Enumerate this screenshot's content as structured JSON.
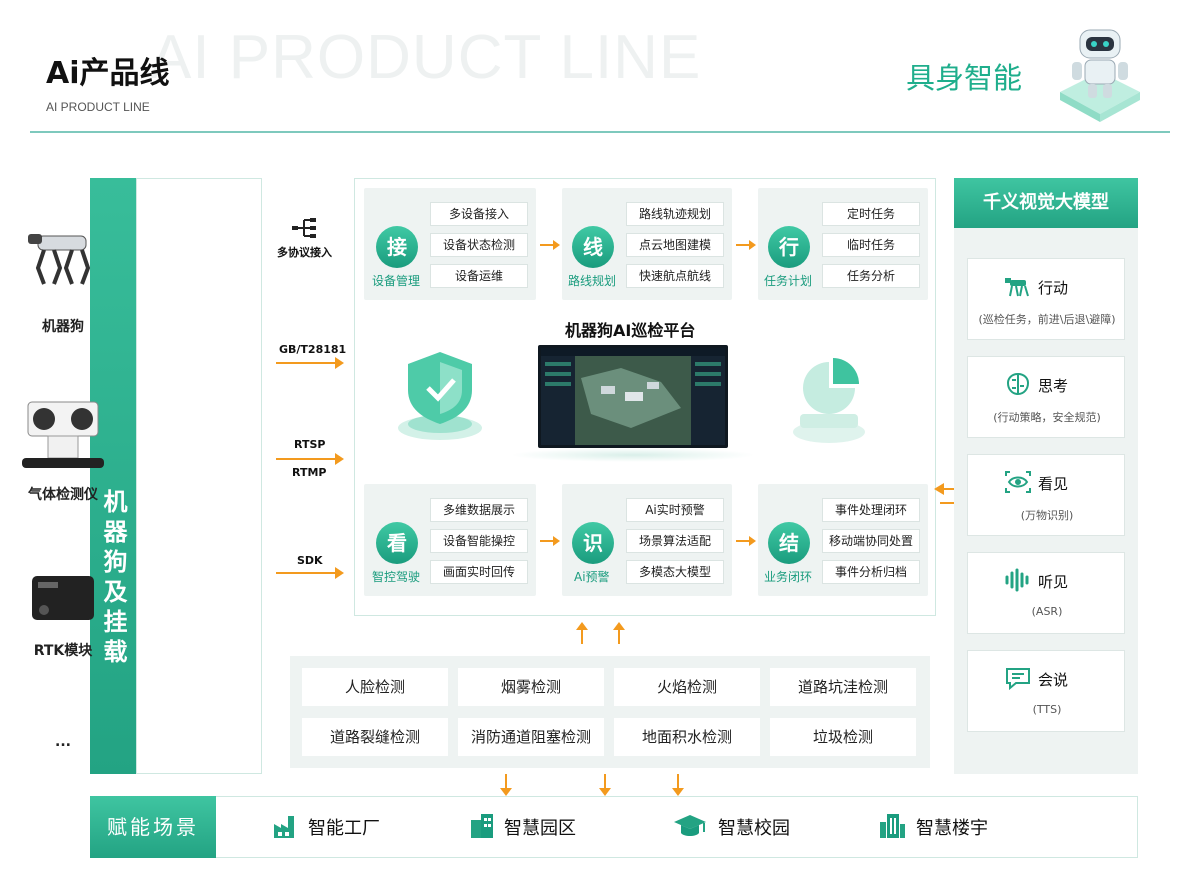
{
  "header": {
    "watermark": "AI PRODUCT LINE",
    "title": "Ai产品线",
    "subtitle": "AI PRODUCT LINE",
    "right_title": "具身智能"
  },
  "left": {
    "bar_label": "机器狗及挂载",
    "devices": [
      "机器狗",
      "气体检测仪",
      "RTK模块",
      "..."
    ]
  },
  "protocols": [
    "多协议接入",
    "GB/T28181",
    "RTSP",
    "RTMP",
    "SDK"
  ],
  "platform": {
    "title": "机器狗AI巡检平台",
    "top_groups": [
      {
        "char": "接",
        "label": "设备管理",
        "items": [
          "多设备接入",
          "设备状态检测",
          "设备运维"
        ]
      },
      {
        "char": "线",
        "label": "路线规划",
        "items": [
          "路线轨迹规划",
          "点云地图建模",
          "快速航点航线"
        ]
      },
      {
        "char": "行",
        "label": "任务计划",
        "items": [
          "定时任务",
          "临时任务",
          "任务分析"
        ]
      }
    ],
    "bottom_groups": [
      {
        "char": "看",
        "label": "智控驾驶",
        "items": [
          "多维数据展示",
          "设备智能操控",
          "画面实时回传"
        ]
      },
      {
        "char": "识",
        "label": "Ai预警",
        "items": [
          "Ai实时预警",
          "场景算法适配",
          "多模态大模型"
        ]
      },
      {
        "char": "结",
        "label": "业务闭环",
        "items": [
          "事件处理闭环",
          "移动端协同处置",
          "事件分析归档"
        ]
      }
    ]
  },
  "detections": [
    "人脸检测",
    "烟雾检测",
    "火焰检测",
    "道路坑洼检测",
    "道路裂缝检测",
    "消防通道阻塞检测",
    "地面积水检测",
    "垃圾检测"
  ],
  "model": {
    "title": "千义视觉大模型",
    "capabilities": [
      {
        "name": "行动",
        "desc": "(巡检任务，前进\\后退\\避障)",
        "icon": "robot-dog-icon"
      },
      {
        "name": "思考",
        "desc": "(行动策略，安全规范)",
        "icon": "brain-icon"
      },
      {
        "name": "看见",
        "desc": "(万物识别)",
        "icon": "eye-icon"
      },
      {
        "name": "听见",
        "desc": "(ASR)",
        "icon": "sound-wave-icon"
      },
      {
        "name": "会说",
        "desc": "(TTS)",
        "icon": "speech-bubble-icon"
      }
    ]
  },
  "scenes": {
    "label": "赋能场景",
    "items": [
      "智能工厂",
      "智慧园区",
      "智慧校园",
      "智慧楼宇"
    ]
  },
  "colors": {
    "accent": "#23a383",
    "arrow": "#f39a1e",
    "panel": "#eef3f2"
  }
}
